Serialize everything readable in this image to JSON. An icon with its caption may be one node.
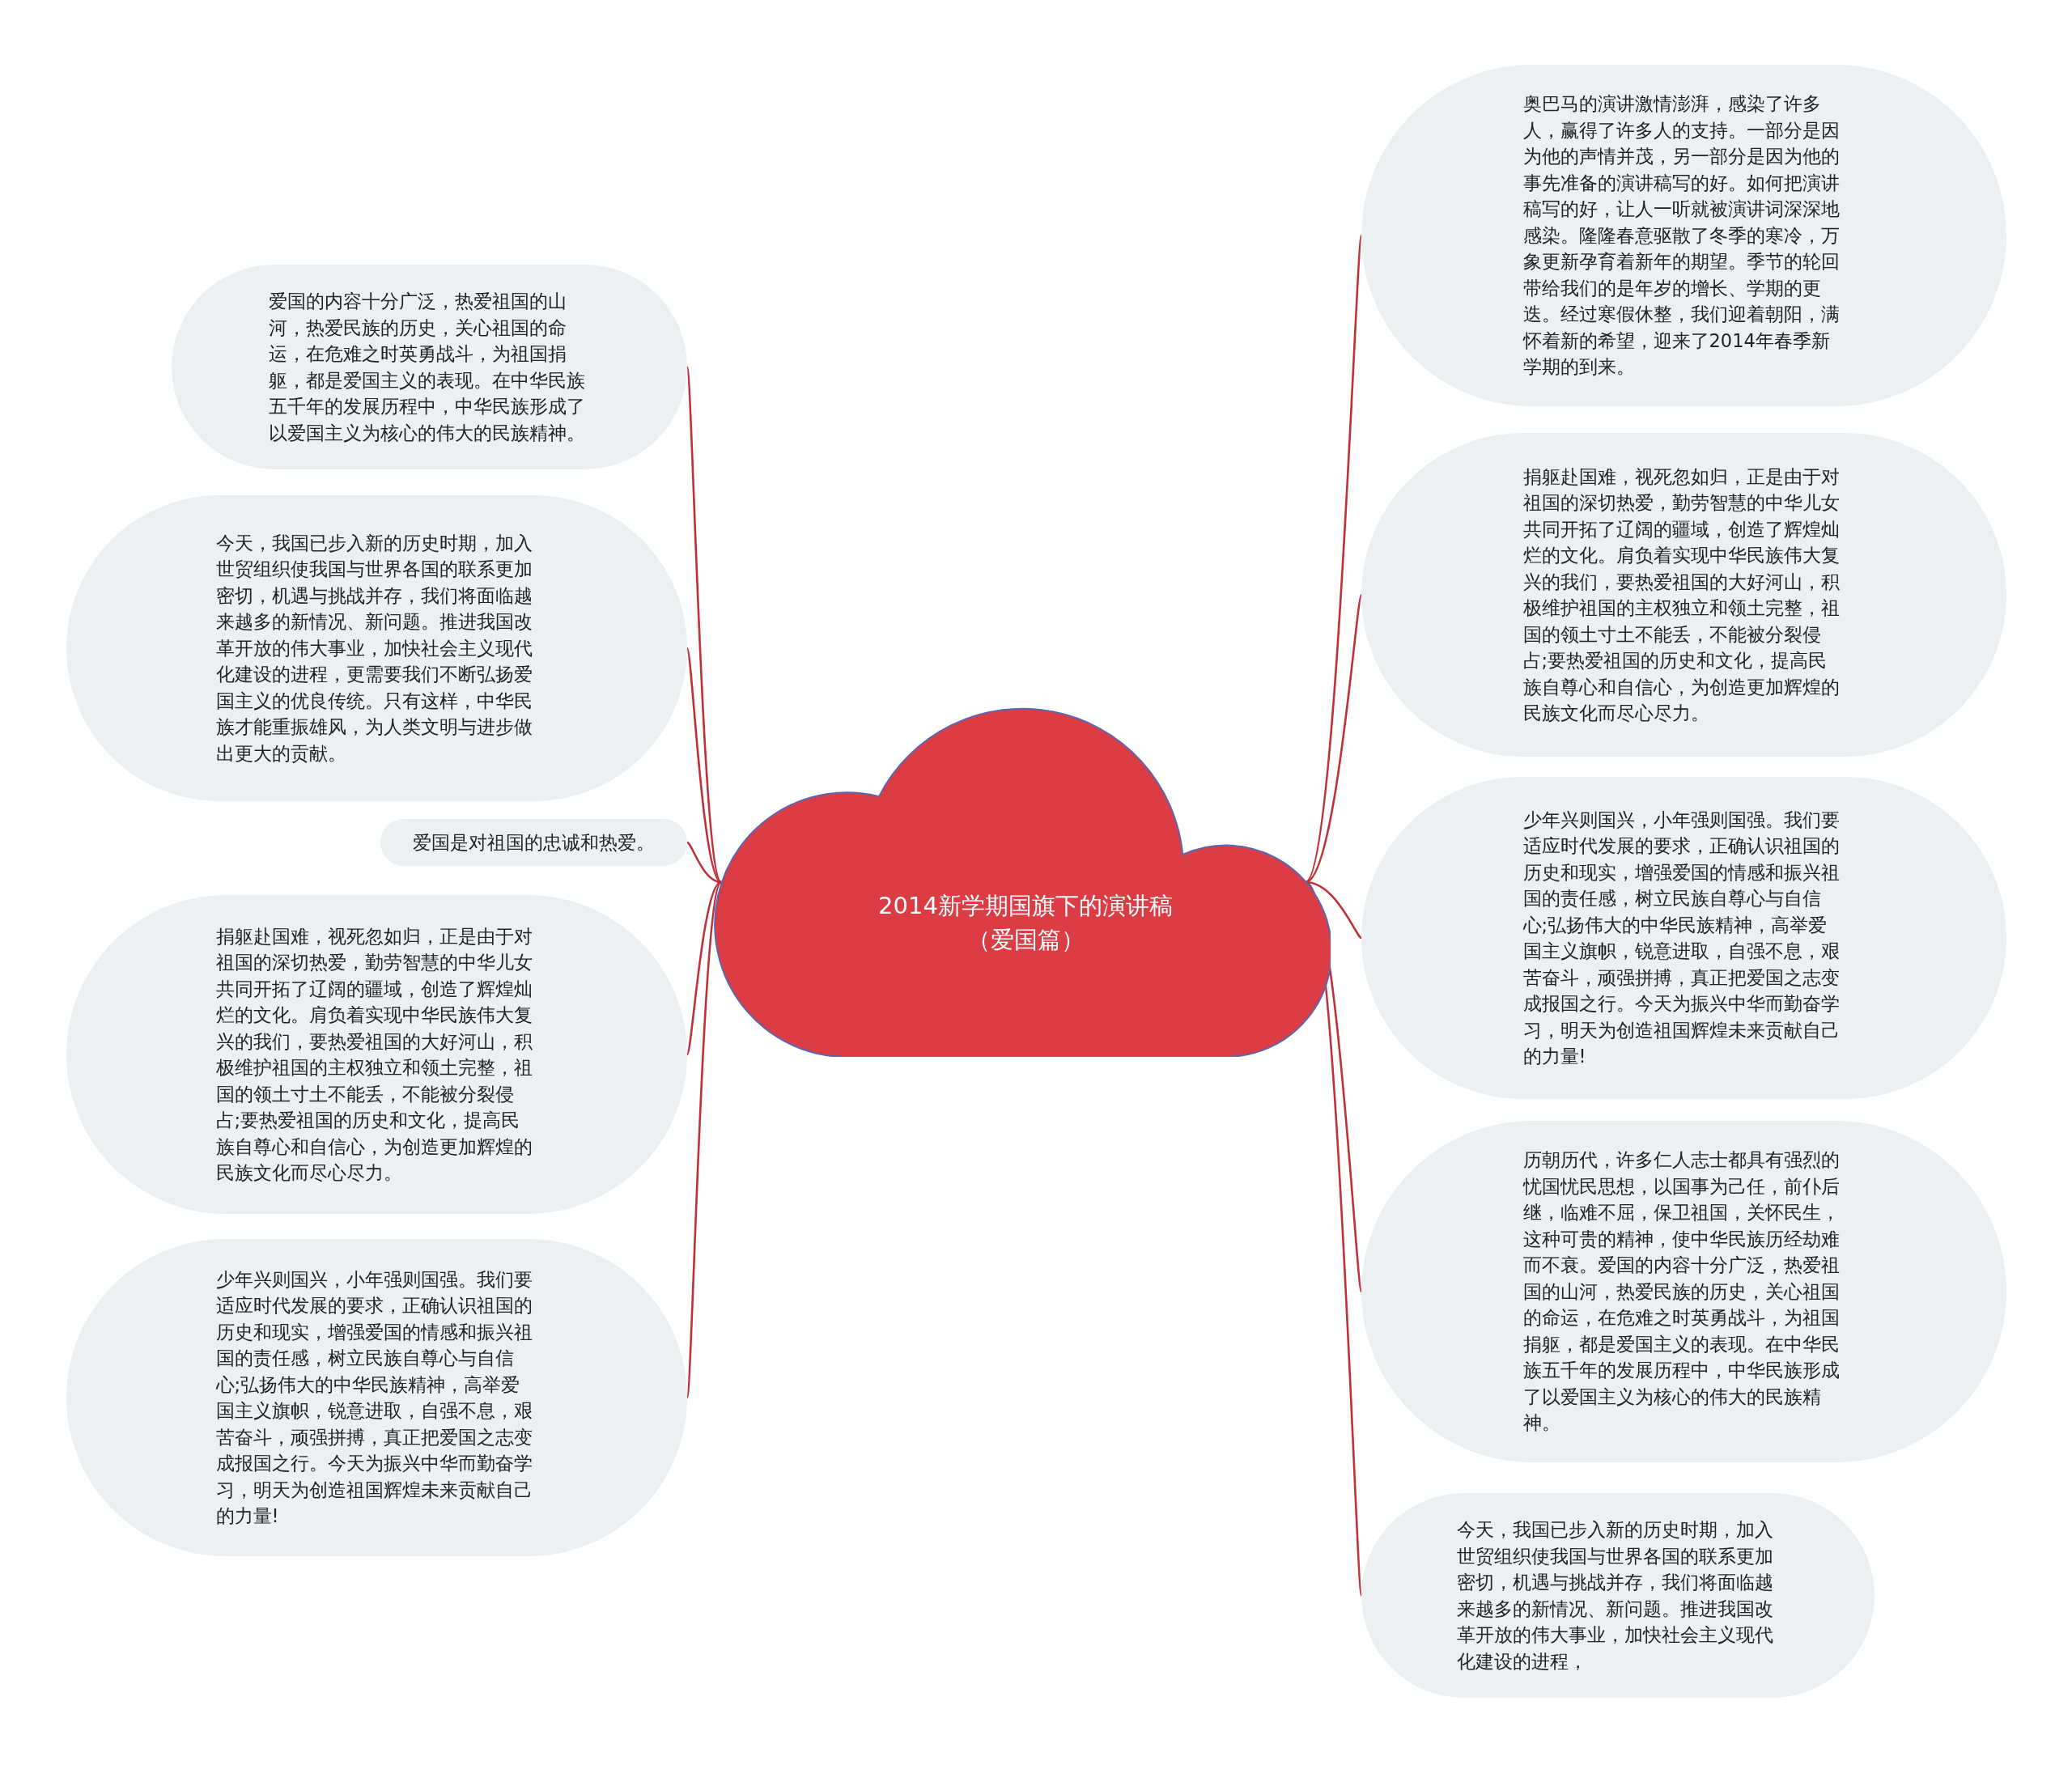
{
  "diagram": {
    "nodes": [
      {
        "text": [
          "2014新学期国旗下的演讲稿（爱国篇）"
        ]
      },
      {
        "text": [
          "爱国的内容十分广泛，热爱祖国的山河，热爱民族的历史，关心祖国的命运，在危难之时英勇战斗，为祖国捐躯，都是爱国主义的表现。在中华民族五千年的发展历程中，中华民族形成了以爱国主义为核心的伟大的民族精神。"
        ]
      },
      {
        "text": [
          "今天，我国已步入新的历史时期，加入世贸组织使我国与世界各国的联系更加密切，机遇与挑战并存，我们将面临越来越多的新情况、新问题。推进我国改革开放的伟大事业，加快社会主义现代化建设的进程，更需要我们不断弘扬爱国主义的优良传统。只有这样，中华民族才能重振雄风，为人类文明与进步做出更大的贡献。"
        ]
      },
      {
        "text": [
          "爱国是对祖国的忠诚和热爱。"
        ]
      },
      {
        "text": [
          "捐躯赴国难，视死忽如归，正是由于对祖国的深切热爱，勤劳智慧的中华儿女共同开拓了辽阔的疆域，创造了辉煌灿烂的文化。肩负着实现中华民族伟大复兴的我们，要热爱祖国的大好河山，积极维护祖国的主权独立和领土完整，祖国的领土寸土不能丢，不能被分裂侵占;要热爱祖国的历史和文化，提高民族自尊心和自信心，为创造更加辉煌的民族文化而尽心尽力。"
        ]
      },
      {
        "text": [
          "少年兴则国兴，小年强则国强。我们要适应时代发展的要求，正确认识祖国的历史和现实，增强爱国的情感和振兴祖国的责任感，树立民族自尊心与自信心;弘扬伟大的中华民族精神，高举爱国主义旗帜，锐意进取，自强不息，艰苦奋斗，顽强拼搏，真正把爱国之志变成报国之行。今天为振兴中华而勤奋学习，明天为创造祖国辉煌未来贡献自己的力量!"
        ]
      },
      {
        "text": [
          "奥巴马的演讲激情澎湃，感染了许多人，赢得了许多人的支持。一部分是因为他的声情并茂，另一部分是因为他的事先准备的演讲稿写的好。如何把演讲稿写的好，让人一听就被演讲词深深地感染。隆隆春意驱散了冬季的寒冷，万象更新孕育着新年的期望。季节的轮回带给我们的是年岁的增长、学期的更迭。经过寒假休整，我们迎着朝阳，满怀着新的希望，迎来了2014年春季新学期的到来。"
        ]
      },
      {
        "text": [
          "捐躯赴国难，视死忽如归，正是由于对祖国的深切热爱，勤劳智慧的中华儿女共同开拓了辽阔的疆域，创造了辉煌灿烂的文化。肩负着实现中华民族伟大复兴的我们，要热爱祖国的大好河山，积极维护祖国的主权独立和领土完整，祖国的领土寸土不能丢，不能被分裂侵占;要热爱祖国的历史和文化，提高民族自尊心和自信心，为创造更加辉煌的民族文化而尽心尽力。"
        ]
      },
      {
        "text": [
          "少年兴则国兴，小年强则国强。我们要适应时代发展的要求，正确认识祖国的历史和现实，增强爱国的情感和振兴祖国的责任感，树立民族自尊心与自信心;弘扬伟大的中华民族精神，高举爱国主义旗帜，锐意进取，自强不息，艰苦奋斗，顽强拼搏，真正把爱国之志变成报国之行。今天为振兴中华而勤奋学习，明天为创造祖国辉煌未来贡献自己的力量!"
        ]
      },
      {
        "text": [
          "历朝历代，许多仁人志士都具有强烈的忧国忧民思想，以国事为己任，前仆后继，临难不屈，保卫祖国，关怀民生，这种可贵的精神，使中华民族历经劫难而不衰。爱国的内容十分广泛，热爱祖国的山河，热爱民族的历史，关心祖国的命运，在危难之时英勇战斗，为祖国捐躯，都是爱国主义的表现。在中华民族五千年的发展历程中，中华民族形成了以爱国主义为核心的伟大的民族精神。"
        ]
      },
      {
        "text": [
          "今天，我国已步入新的历史时期，加入世贸组织使我国与世界各国的联系更加密切，机遇与挑战并存，我们将面临越来越多的新情况、新问题。推进我国改革开放的伟大事业，加快社会主义现代化建设的进程，"
        ]
      }
    ],
    "edges": [
      {
        "from": 0,
        "to": 1,
        "arrow": "none"
      },
      {
        "from": 0,
        "to": 2,
        "arrow": "none"
      },
      {
        "from": 0,
        "to": 3,
        "arrow": "none"
      },
      {
        "from": 0,
        "to": 4,
        "arrow": "none"
      },
      {
        "from": 0,
        "to": 5,
        "arrow": "none"
      },
      {
        "from": 0,
        "to": 6,
        "arrow": "none"
      },
      {
        "from": 0,
        "to": 7,
        "arrow": "none"
      },
      {
        "from": 0,
        "to": 8,
        "arrow": "none"
      },
      {
        "from": 0,
        "to": 9,
        "arrow": "none"
      },
      {
        "from": 0,
        "to": 10,
        "arrow": "none"
      }
    ]
  }
}
